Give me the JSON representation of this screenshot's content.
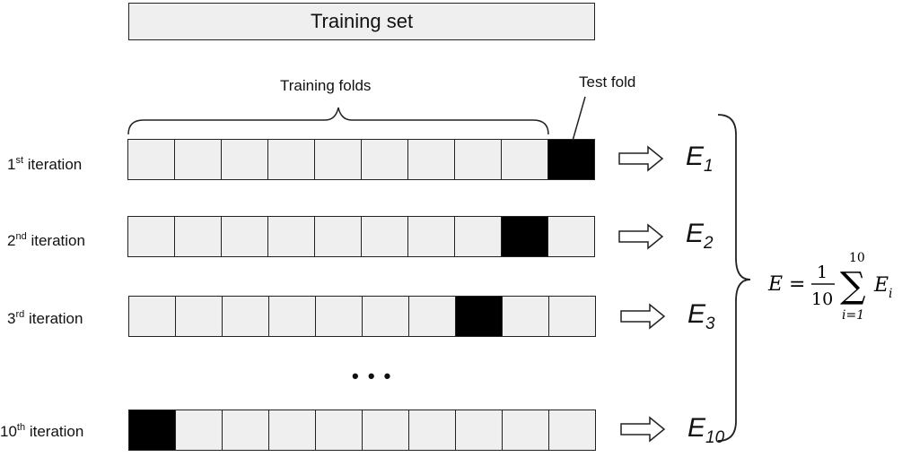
{
  "training_set_label": "Training set",
  "training_folds_label": "Training folds",
  "test_fold_label": "Test fold",
  "rows": [
    {
      "ordinal": "1",
      "suffix": "st",
      "text": "iteration",
      "test_fold": 10,
      "error": "E",
      "error_sub": "1"
    },
    {
      "ordinal": "2",
      "suffix": "nd",
      "text": "iteration",
      "test_fold": 9,
      "error": "E",
      "error_sub": "2"
    },
    {
      "ordinal": "3",
      "suffix": "rd",
      "text": "iteration",
      "test_fold": 8,
      "error": "E",
      "error_sub": "3"
    },
    {
      "ordinal": "10",
      "suffix": "th",
      "text": "iteration",
      "test_fold": 1,
      "error": "E",
      "error_sub": "10"
    }
  ],
  "fold_count": 10,
  "ellipsis": "• • •",
  "formula": {
    "lhs": "E",
    "equals": "=",
    "numerator": "1",
    "denominator": "10",
    "sum_upper": "10",
    "sum_lower": "i=1",
    "term": "E",
    "term_sub": "i"
  },
  "colors": {
    "fold_fill": "#efefef",
    "test_fill": "#000000",
    "stroke": "#222222"
  }
}
